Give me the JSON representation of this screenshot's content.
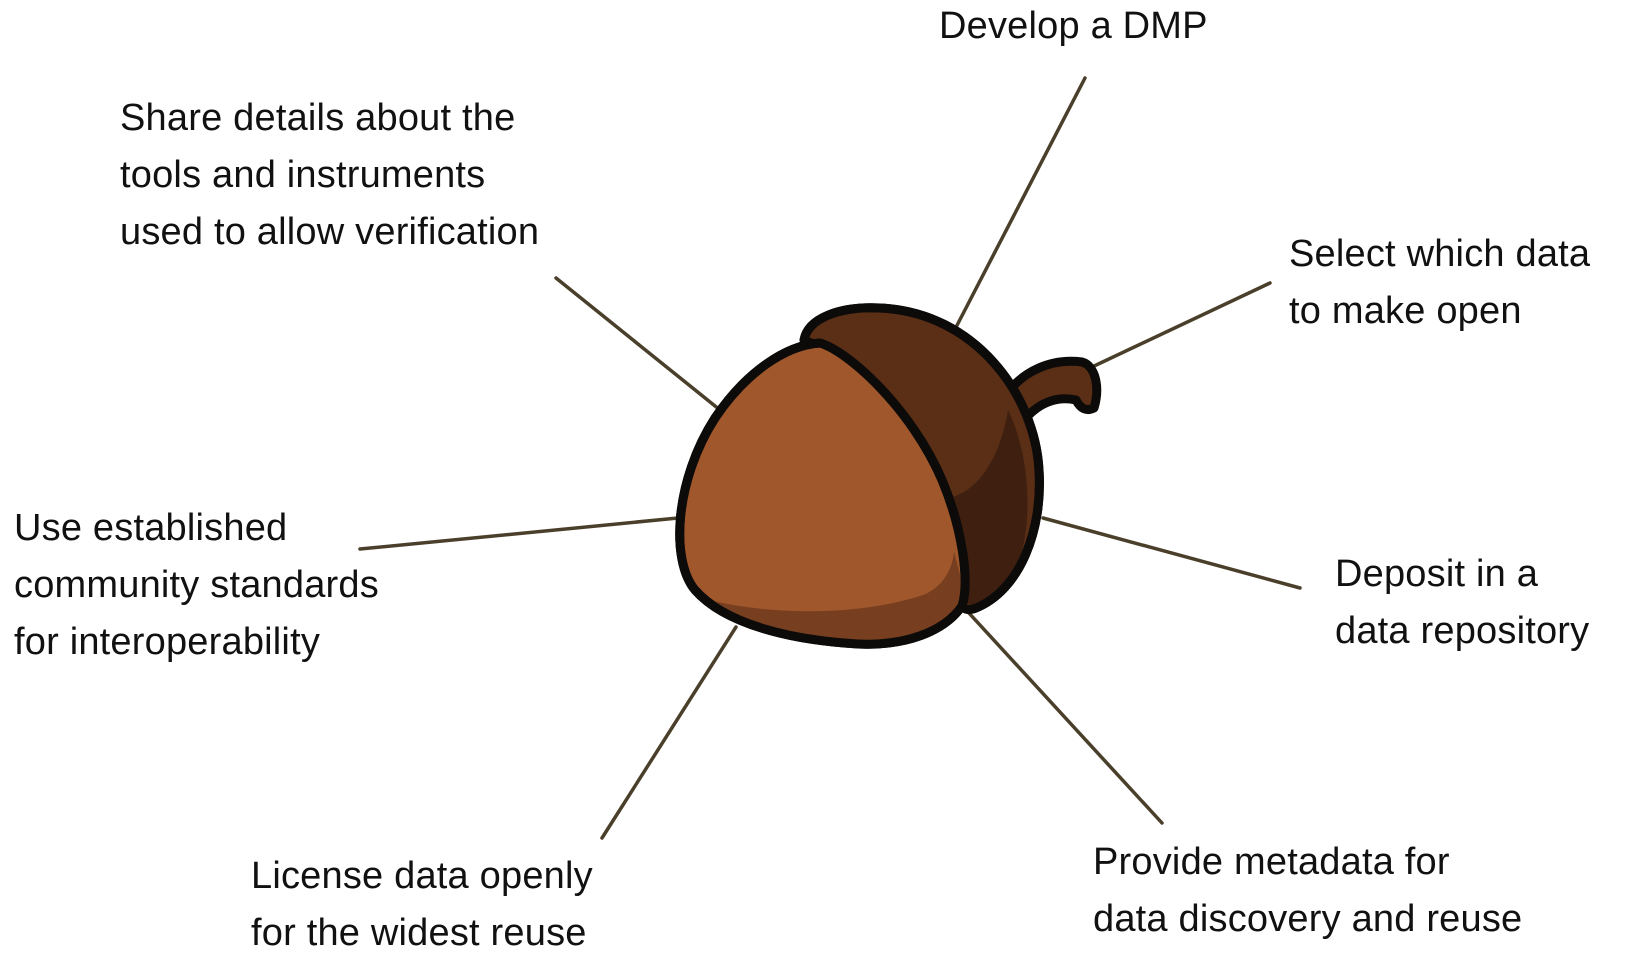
{
  "colors": {
    "connector": "#4a3f2a",
    "outline": "#0d0b0a",
    "acorn_nut": "#a0572c",
    "acorn_nut_shadow": "#773f1f",
    "acorn_cap": "#5a2f16",
    "acorn_cap_shadow": "#3f2010",
    "acorn_stem": "#5a2f16",
    "text": "#111111",
    "background": "#ffffff"
  },
  "center_icon": "acorn-icon",
  "steps": [
    {
      "id": "develop-dmp",
      "lines": [
        "Develop a DMP"
      ]
    },
    {
      "id": "select-data",
      "lines": [
        "Select which data",
        "to make open"
      ]
    },
    {
      "id": "deposit",
      "lines": [
        "Deposit in a",
        "data repository"
      ]
    },
    {
      "id": "metadata",
      "lines": [
        "Provide metadata for",
        "data discovery and reuse"
      ]
    },
    {
      "id": "license",
      "lines": [
        "License data openly",
        "for the widest reuse"
      ]
    },
    {
      "id": "standards",
      "lines": [
        "Use established",
        "community standards",
        "for interoperability"
      ]
    },
    {
      "id": "share-tools",
      "lines": [
        "Share details about the",
        "tools and instruments",
        "used to allow verification"
      ]
    }
  ]
}
